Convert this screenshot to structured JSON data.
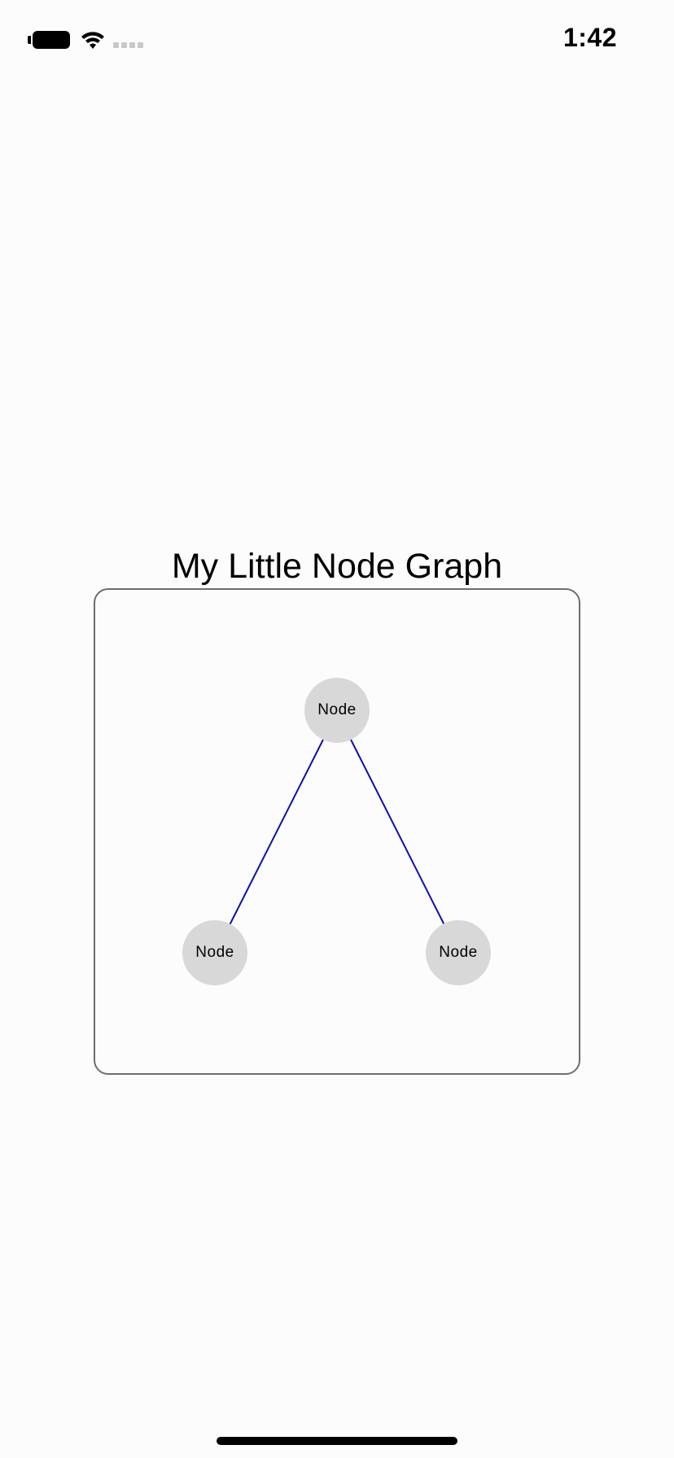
{
  "status_bar": {
    "time": "1:42",
    "battery_icon": "battery-icon",
    "wifi_icon": "wifi-icon",
    "signal_icon": "cellular-signal-icon"
  },
  "graph": {
    "title": "My Little Node Graph",
    "edge_color": "#1010a8",
    "node_color": "#d8d8d8",
    "nodes": [
      {
        "id": "root",
        "label": "Node"
      },
      {
        "id": "left",
        "label": "Node"
      },
      {
        "id": "right",
        "label": "Node"
      }
    ],
    "edges": [
      {
        "from": "root",
        "to": "left"
      },
      {
        "from": "root",
        "to": "right"
      }
    ]
  }
}
